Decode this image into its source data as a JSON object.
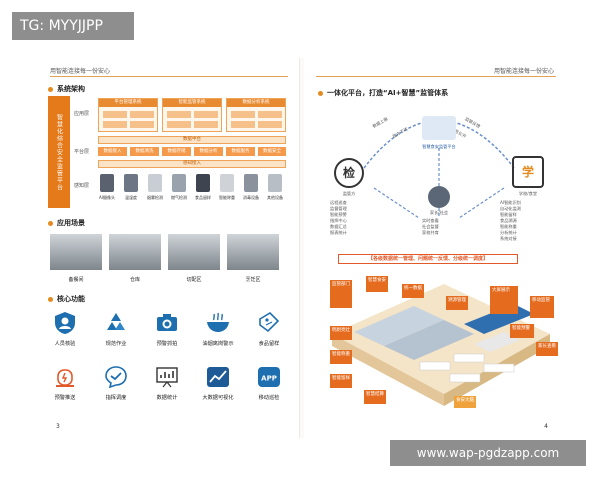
{
  "watermark_top": "TG: MYYJJPP",
  "watermark_bottom": "www.wap-pgdzapp.com",
  "left_page": {
    "running_head": "用智能连接每一份安心",
    "page_number": "3",
    "section_architecture": "系统架构",
    "architecture_title": "智慧化综合安全监管平台",
    "tier_labels": [
      "应用层",
      "平台层",
      "感知层"
    ],
    "top_modules": [
      "平台管理系统",
      "智能监管系统",
      "数据分析系统"
    ],
    "mid_bar_1": "数据中台",
    "mid_row": [
      "数据接入",
      "数据清洗",
      "数据存储",
      "数据分析",
      "数据服务",
      "数据安全"
    ],
    "mid_bar_2": "感知接入",
    "devices": [
      "AI摄像头",
      "温湿度",
      "烟雾检测",
      "燃气检测",
      "食品留样",
      "智能称重",
      "消毒设备",
      "其他设备"
    ],
    "section_scenes": "应用场景",
    "scenes": [
      "备餐间",
      "仓库",
      "切配区",
      "烹饪区"
    ],
    "section_functions": "核心功能",
    "functions_row1": [
      "人员核验",
      "规范作业",
      "预警抓拍",
      "油烟离岗警示",
      "食品留样"
    ],
    "functions_row2": [
      "预警推送",
      "指挥调度",
      "数据统计",
      "大数据可视化",
      "移动巡检"
    ],
    "app_label": "APP"
  },
  "right_page": {
    "running_head": "用智能连接每一份安心",
    "page_number": "4",
    "section_title": "一体化平台，打造“AI+智慧”监管体系",
    "inspect_label": "检",
    "inspect_name": "监管方",
    "inspect_list": [
      "远程巡查",
      "监督管理",
      "智能预警",
      "指挥中心",
      "数据汇总",
      "报表统计"
    ],
    "school_label": "学",
    "school_name": "学校/食堂",
    "school_list": [
      "AI智能识别",
      "自动化监测",
      "智能留样",
      "食品溯源",
      "智能称重",
      "分析统计",
      "系统对接"
    ],
    "center_label": "智慧食安监管平台",
    "parent_name": "家长/社会",
    "parent_list": [
      "实时查看",
      "社会监督",
      "家校共育"
    ],
    "flow_labels": [
      "数据上报",
      "指令下达",
      "监管反馈",
      "信息公开"
    ],
    "banner": "【各级数据统一管理、问题统一反馈、分级统一调度】",
    "iso_callouts": [
      "监管部门",
      "智慧食安",
      "统一数据",
      "大屏展示",
      "移动监管",
      "溯源管理",
      "智能预警",
      "家长查看",
      "明厨亮灶",
      "智能称重",
      "智能留样",
      "智慧结算",
      "食安大脑"
    ]
  },
  "colors": {
    "accent": "#e58a1f",
    "banner_red": "#e35a2a",
    "icon_blue": "#1e6fb0",
    "overlay": "#6e6e6e"
  }
}
